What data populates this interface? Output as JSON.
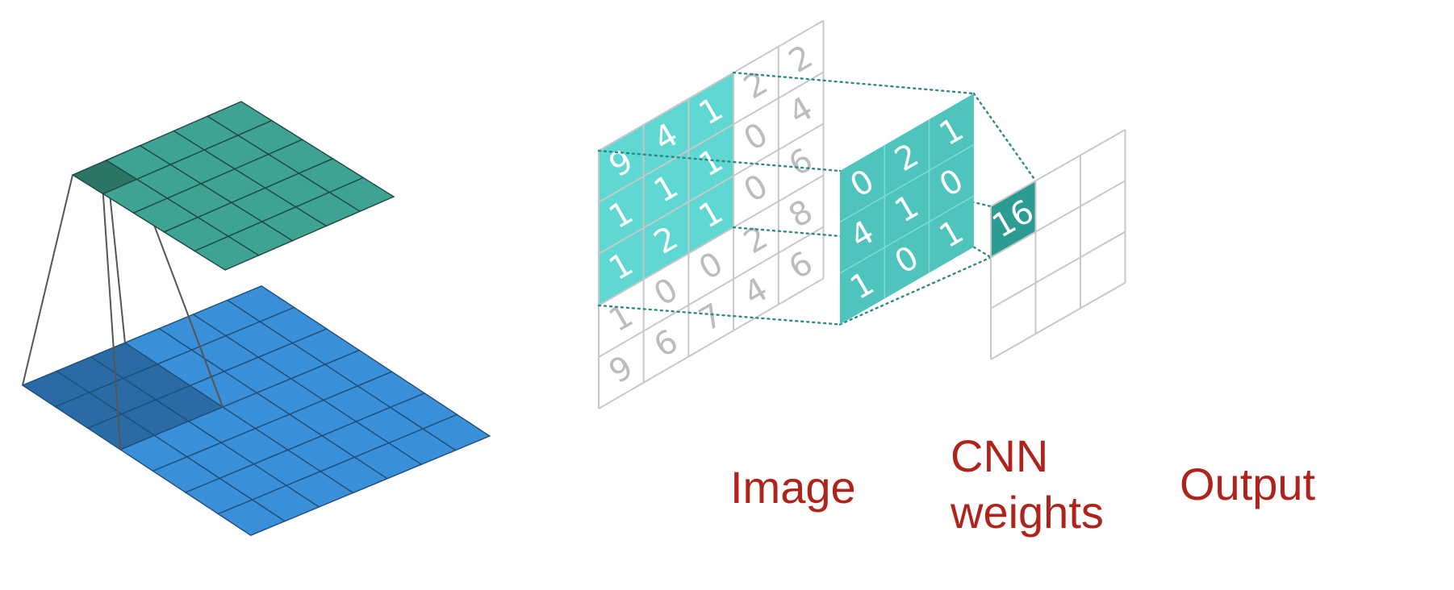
{
  "colors": {
    "input_grid": "#3a8fd9",
    "input_highlight": "#2a6aa5",
    "output_grid": "#3fa393",
    "output_highlight": "#2a7566",
    "image_highlight": "#5fd7d3",
    "weights": "#4ec4bc",
    "output_cell": "#2c9b91",
    "grid_gray": "#c8c8c8",
    "digit_gray": "#bcbcbc",
    "dotted": "#2c8a80",
    "label_red": "#b0231b"
  },
  "image": {
    "label": "Image",
    "rows": [
      [
        "9",
        "4",
        "1",
        "2",
        "2"
      ],
      [
        "1",
        "1",
        "1",
        "0",
        "4"
      ],
      [
        "1",
        "2",
        "1",
        "0",
        "6"
      ],
      [
        "1",
        "0",
        "0",
        "2",
        "8"
      ],
      [
        "9",
        "6",
        "7",
        "4",
        "6"
      ]
    ]
  },
  "weights": {
    "label_line1": "CNN",
    "label_line2": "weights",
    "rows": [
      [
        "0",
        "2",
        "1"
      ],
      [
        "4",
        "1",
        "0"
      ],
      [
        "1",
        "0",
        "1"
      ]
    ]
  },
  "output": {
    "label": "Output",
    "value": "16"
  }
}
